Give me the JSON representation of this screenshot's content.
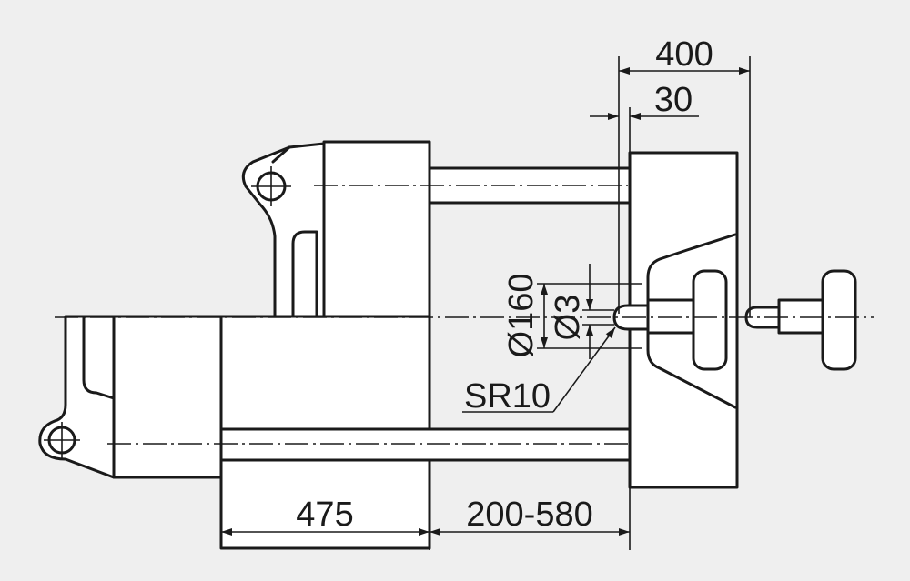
{
  "dimensions": {
    "overall_nozzle_stroke": "400",
    "nozzle_protrusion": "30",
    "locating_ring_diameter": "Ø160",
    "nozzle_orifice_diameter": "Ø3",
    "nozzle_sphere_radius": "SR10",
    "mold_stroke": "475",
    "mold_height_range": "200-580"
  },
  "colors": {
    "background": "#efefef",
    "line": "#1a1a1a",
    "part_fill": "#ffffff"
  }
}
